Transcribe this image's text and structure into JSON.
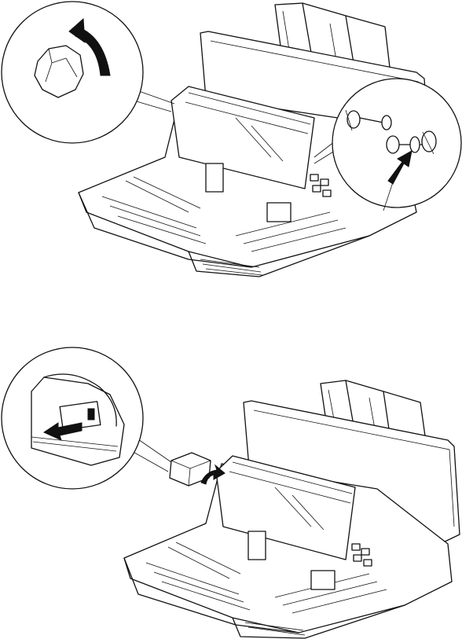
{
  "figures": [
    {
      "id": "fig-top",
      "callouts": [
        "knob-rotation-detail",
        "roller-shaft-detail"
      ],
      "arrows": [
        "rotate-clockwise",
        "push-diagonal"
      ]
    },
    {
      "id": "fig-bottom",
      "callouts": [
        "cartridge-removal-detail"
      ],
      "arrows": [
        "pull-out",
        "lift-up"
      ]
    }
  ],
  "colors": {
    "ink": "#111111",
    "paper": "#ffffff"
  },
  "icons": [
    "knob-icon",
    "curved-arrow-icon",
    "straight-arrow-icon",
    "roller-shaft-icon",
    "cartridge-icon"
  ]
}
